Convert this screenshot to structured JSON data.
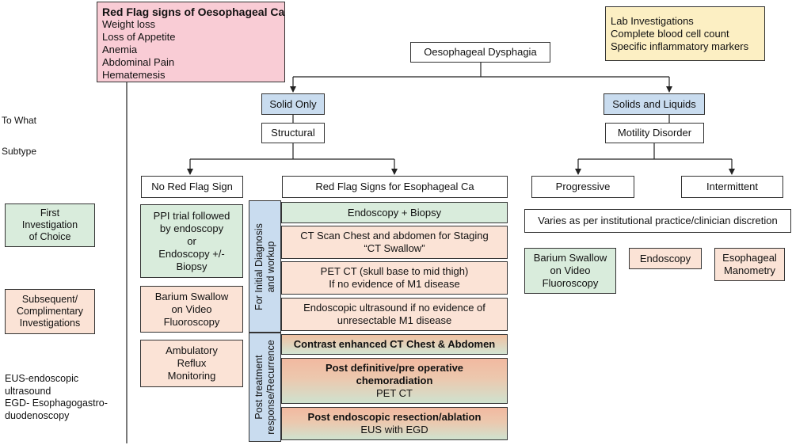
{
  "red_flags": {
    "title": "Red Flag signs of Oesophageal Ca",
    "items": [
      "Weight loss",
      "Loss of Appetite",
      "Anemia",
      "Abdominal Pain",
      "Hematemesis"
    ]
  },
  "lab": {
    "lines": [
      "Lab Investigations",
      "Complete blood cell count",
      "Specific inflammatory markers"
    ]
  },
  "root": "Oesophageal Dysphagia",
  "left_labels": {
    "to_what": "To What",
    "subtype": "Subtype",
    "first_line1": "First",
    "first_line2": "Investigation",
    "first_line3": "of Choice",
    "subseq_line1": "Subsequent/",
    "subseq_line2": "Complimentary",
    "subseq_line3": "Investigations",
    "abbrev": [
      "EUS-endoscopic",
      "ultrasound",
      "EGD- Esophagogastro-",
      "duodenoscopy"
    ]
  },
  "solid_only": "Solid Only",
  "solids_liquids": "Solids and Liquids",
  "structural": "Structural",
  "motility": "Motility Disorder",
  "no_red_flag": "No Red Flag Sign",
  "red_flag_signs": "Red Flag Signs for Esophageal Ca",
  "progressive": "Progressive",
  "intermittent": "Intermittent",
  "no_rf_boxes": {
    "ppi": [
      "PPI trial followed",
      "by endoscopy",
      "or",
      "Endoscopy +/-",
      "Biopsy"
    ],
    "barium": [
      "Barium Swallow",
      "on Video",
      "Fluoroscopy"
    ],
    "ambulatory": [
      "Ambulatory",
      "Reflux",
      "Monitoring"
    ]
  },
  "vertical": {
    "initial_line1": "For Initial Diagnosis",
    "initial_line2": "and workup",
    "post_line1": "Post treatment",
    "post_line2": "response/Recurrence"
  },
  "rf_boxes": {
    "endo_biopsy": "Endoscopy + Biopsy",
    "ct_line1": "CT Scan Chest and abdomen for Staging",
    "ct_line2": "“CT Swallow”",
    "pet_line1": "PET CT (skull base to mid thigh)",
    "pet_line2": "If no evidence of M1 disease",
    "eus_line1": "Endoscopic ultrasound if no evidence of",
    "eus_line2": "unresectable M1 disease",
    "contrast": "Contrast enhanced CT Chest & Abdomen",
    "post_def_line1": "Post definitive/pre operative",
    "post_def_line2": "chemoradiation",
    "post_def_line3": "PET CT",
    "post_endo_line1": "Post endoscopic resection/ablation",
    "post_endo_line2": "EUS with EGD"
  },
  "varies": "Varies as per institutional practice/clinician discretion",
  "motility_boxes": {
    "barium": [
      "Barium Swallow",
      "on Video",
      "Fluoroscopy"
    ],
    "endoscopy": "Endoscopy",
    "manometry": [
      "Esophageal",
      "Manometry"
    ]
  }
}
